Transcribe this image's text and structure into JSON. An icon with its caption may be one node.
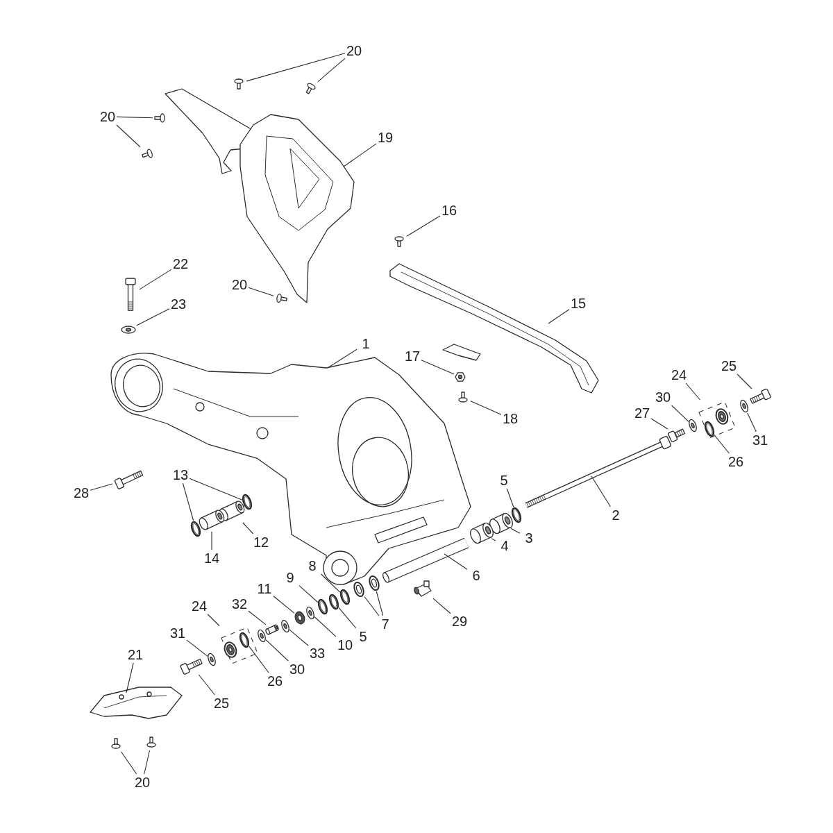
{
  "diagram": {
    "nodes": [
      {
        "text": [
          "20"
        ]
      },
      {
        "text": [],
        "shape": "picture"
      },
      {
        "text": [],
        "shape": "picture"
      },
      {
        "text": [
          "20"
        ]
      },
      {
        "text": [],
        "shape": "picture"
      },
      {
        "text": [],
        "shape": "picture"
      },
      {
        "text": [
          "19"
        ]
      },
      {
        "text": [],
        "shape": "picture"
      },
      {
        "text": [
          "16"
        ]
      },
      {
        "text": [],
        "shape": "picture"
      },
      {
        "text": [
          "22"
        ]
      },
      {
        "text": [],
        "shape": "picture"
      },
      {
        "text": [
          "23"
        ]
      },
      {
        "text": [],
        "shape": "picture"
      },
      {
        "text": [
          "20"
        ]
      },
      {
        "text": [],
        "shape": "picture"
      },
      {
        "text": [
          "15"
        ]
      },
      {
        "text": [],
        "shape": "picture"
      },
      {
        "text": [
          "1"
        ]
      },
      {
        "text": [],
        "shape": "picture"
      },
      {
        "text": [
          "17"
        ]
      },
      {
        "text": [],
        "shape": "picture"
      },
      {
        "text": [
          "18"
        ]
      },
      {
        "text": [],
        "shape": "picture"
      },
      {
        "text": [
          "24"
        ]
      },
      {
        "text": [],
        "shape": "picture"
      },
      {
        "text": [],
        "shape": "picture",
        "in": 25
      },
      {
        "text": [
          "25"
        ]
      },
      {
        "text": [],
        "shape": "picture"
      },
      {
        "text": [
          "30"
        ]
      },
      {
        "text": [],
        "shape": "picture"
      },
      {
        "text": [
          "27"
        ]
      },
      {
        "text": [],
        "shape": "picture"
      },
      {
        "text": [
          "31"
        ]
      },
      {
        "text": [],
        "shape": "picture"
      },
      {
        "text": [
          "26"
        ]
      },
      {
        "text": [
          "28"
        ]
      },
      {
        "text": [],
        "shape": "picture"
      },
      {
        "text": [
          "13"
        ]
      },
      {
        "text": [],
        "shape": "picture"
      },
      {
        "text": [],
        "shape": "picture"
      },
      {
        "text": [
          "12"
        ]
      },
      {
        "text": [],
        "shape": "picture"
      },
      {
        "text": [
          "14"
        ]
      },
      {
        "text": [],
        "shape": "picture"
      },
      {
        "text": [
          "5"
        ]
      },
      {
        "text": [],
        "shape": "picture"
      },
      {
        "text": [
          "2"
        ]
      },
      {
        "text": [],
        "shape": "picture"
      },
      {
        "text": [
          "3"
        ]
      },
      {
        "text": [],
        "shape": "picture"
      },
      {
        "text": [
          "4"
        ]
      },
      {
        "text": [],
        "shape": "picture"
      },
      {
        "text": [
          "6"
        ]
      },
      {
        "text": [],
        "shape": "picture"
      },
      {
        "text": [
          "29"
        ]
      },
      {
        "text": [],
        "shape": "picture"
      },
      {
        "text": [
          "8"
        ]
      },
      {
        "text": [],
        "shape": "picture"
      },
      {
        "text": [
          "9"
        ]
      },
      {
        "text": [],
        "shape": "picture"
      },
      {
        "text": [
          "11"
        ]
      },
      {
        "text": [],
        "shape": "picture"
      },
      {
        "text": [
          "32"
        ]
      },
      {
        "text": [],
        "shape": "picture"
      },
      {
        "text": [
          "24"
        ]
      },
      {
        "text": [],
        "shape": "picture"
      },
      {
        "text": [],
        "shape": "picture",
        "in": 66
      },
      {
        "text": [
          "31"
        ]
      },
      {
        "text": [],
        "shape": "picture"
      },
      {
        "text": [
          "7"
        ]
      },
      {
        "text": [],
        "shape": "picture"
      },
      {
        "text": [],
        "shape": "picture"
      },
      {
        "text": [
          "5"
        ]
      },
      {
        "text": [],
        "shape": "picture"
      },
      {
        "text": [
          "10"
        ]
      },
      {
        "text": [],
        "shape": "picture"
      },
      {
        "text": [
          "33"
        ]
      },
      {
        "text": [],
        "shape": "picture"
      },
      {
        "text": [
          "30"
        ]
      },
      {
        "text": [],
        "shape": "picture"
      },
      {
        "text": [
          "26"
        ]
      },
      {
        "text": [
          "25"
        ]
      },
      {
        "text": [],
        "shape": "picture"
      },
      {
        "text": [
          "21"
        ]
      },
      {
        "text": [],
        "shape": "picture"
      },
      {
        "text": [
          "20"
        ]
      },
      {
        "text": [],
        "shape": "picture"
      },
      {
        "text": [],
        "shape": "picture"
      }
    ],
    "edges": [
      {
        "from": 0,
        "to": 1,
        "arrow": "none"
      },
      {
        "from": 0,
        "to": 2,
        "arrow": "none"
      },
      {
        "from": 3,
        "to": 4,
        "arrow": "none"
      },
      {
        "from": 3,
        "to": 5,
        "arrow": "none"
      },
      {
        "from": 6,
        "to": 7,
        "arrow": "none"
      },
      {
        "from": 8,
        "to": 9,
        "arrow": "none"
      },
      {
        "from": 10,
        "to": 11,
        "arrow": "none"
      },
      {
        "from": 12,
        "to": 13,
        "arrow": "none"
      },
      {
        "from": 14,
        "to": 15,
        "arrow": "none"
      },
      {
        "from": 16,
        "to": 17,
        "arrow": "none"
      },
      {
        "from": 18,
        "to": 19,
        "arrow": "none"
      },
      {
        "from": 20,
        "to": 21,
        "arrow": "none"
      },
      {
        "from": 22,
        "to": 23,
        "arrow": "none"
      },
      {
        "from": 24,
        "to": 25,
        "arrow": "none"
      },
      {
        "from": 27,
        "to": 28,
        "arrow": "none"
      },
      {
        "from": 29,
        "to": 30,
        "arrow": "none"
      },
      {
        "from": 31,
        "to": 32,
        "arrow": "none"
      },
      {
        "from": 33,
        "to": 34,
        "arrow": "none"
      },
      {
        "from": 35,
        "to": 26,
        "arrow": "none"
      },
      {
        "from": 36,
        "to": 37,
        "arrow": "none"
      },
      {
        "from": 38,
        "to": 39,
        "arrow": "none"
      },
      {
        "from": 38,
        "to": 40,
        "arrow": "none"
      },
      {
        "from": 41,
        "to": 42,
        "arrow": "none"
      },
      {
        "from": 43,
        "to": 44,
        "arrow": "none"
      },
      {
        "from": 45,
        "to": 46,
        "arrow": "none"
      },
      {
        "from": 47,
        "to": 48,
        "arrow": "none"
      },
      {
        "from": 49,
        "to": 50,
        "arrow": "none"
      },
      {
        "from": 51,
        "to": 52,
        "arrow": "none"
      },
      {
        "from": 53,
        "to": 54,
        "arrow": "none"
      },
      {
        "from": 55,
        "to": 56,
        "arrow": "none"
      },
      {
        "from": 57,
        "to": 58,
        "arrow": "none"
      },
      {
        "from": 59,
        "to": 60,
        "arrow": "none"
      },
      {
        "from": 61,
        "to": 62,
        "arrow": "none"
      },
      {
        "from": 63,
        "to": 64,
        "arrow": "none"
      },
      {
        "from": 65,
        "to": 66,
        "arrow": "none"
      },
      {
        "from": 68,
        "to": 69,
        "arrow": "none"
      },
      {
        "from": 70,
        "to": 71,
        "arrow": "none"
      },
      {
        "from": 70,
        "to": 72,
        "arrow": "none"
      },
      {
        "from": 73,
        "to": 74,
        "arrow": "none"
      },
      {
        "from": 75,
        "to": 76,
        "arrow": "none"
      },
      {
        "from": 77,
        "to": 78,
        "arrow": "none"
      },
      {
        "from": 79,
        "to": 80,
        "arrow": "none"
      },
      {
        "from": 81,
        "to": 67,
        "arrow": "none"
      },
      {
        "from": 82,
        "to": 83,
        "arrow": "none"
      },
      {
        "from": 84,
        "to": 85,
        "arrow": "none"
      },
      {
        "from": 86,
        "to": 87,
        "arrow": "none"
      },
      {
        "from": 86,
        "to": 88,
        "arrow": "none"
      }
    ]
  }
}
